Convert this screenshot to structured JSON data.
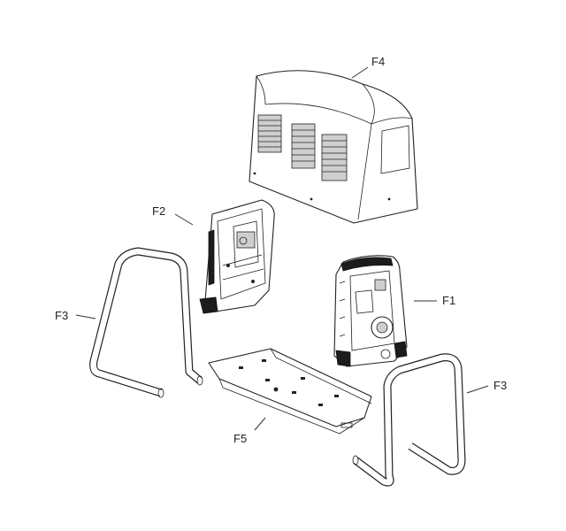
{
  "labels": {
    "f1": "F1",
    "f2": "F2",
    "f3_left": "F3",
    "f3_right": "F3",
    "f4": "F4",
    "f5": "F5"
  }
}
